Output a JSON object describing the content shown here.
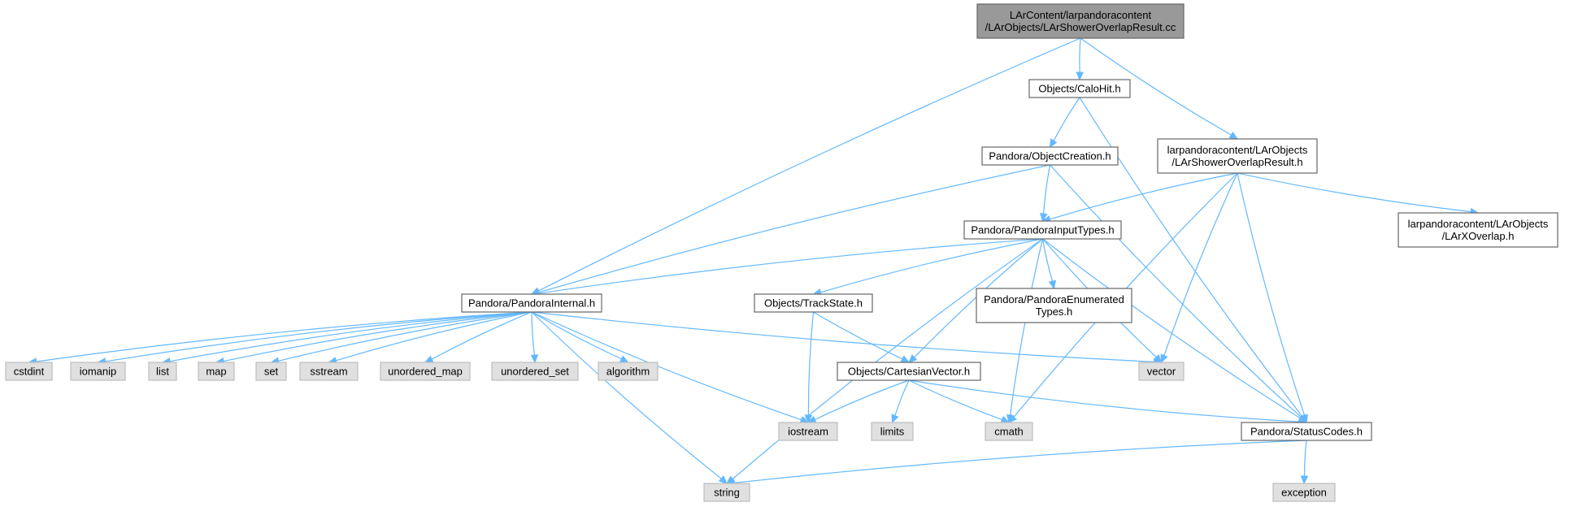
{
  "colors": {
    "edge": "#63b8ff",
    "root_fill": "#999999",
    "local_fill": "#ffffff",
    "system_fill": "#e0e0e0",
    "border": "#666666"
  },
  "nodes": {
    "root": {
      "lines": [
        "LArContent/larpandoracontent",
        "/LArObjects/LArShowerOverlapResult.cc"
      ],
      "kind": "root"
    },
    "calohit": {
      "lines": [
        "Objects/CaloHit.h"
      ],
      "kind": "local"
    },
    "objcreation": {
      "lines": [
        "Pandora/ObjectCreation.h"
      ],
      "kind": "local"
    },
    "overlapresult": {
      "lines": [
        "larpandoracontent/LArObjects",
        "/LArShowerOverlapResult.h"
      ],
      "kind": "local"
    },
    "inputtypes": {
      "lines": [
        "Pandora/PandoraInputTypes.h"
      ],
      "kind": "local"
    },
    "xoverlap": {
      "lines": [
        "larpandoracontent/LArObjects",
        "/LArXOverlap.h"
      ],
      "kind": "local"
    },
    "internal": {
      "lines": [
        "Pandora/PandoraInternal.h"
      ],
      "kind": "local"
    },
    "trackstate": {
      "lines": [
        "Objects/TrackState.h"
      ],
      "kind": "local"
    },
    "enumerated": {
      "lines": [
        "Pandora/PandoraEnumerated",
        "Types.h"
      ],
      "kind": "local"
    },
    "cartesian": {
      "lines": [
        "Objects/CartesianVector.h"
      ],
      "kind": "local"
    },
    "statuscodes": {
      "lines": [
        "Pandora/StatusCodes.h"
      ],
      "kind": "local"
    },
    "cstdint": {
      "lines": [
        "cstdint"
      ],
      "kind": "sys"
    },
    "iomanip": {
      "lines": [
        "iomanip"
      ],
      "kind": "sys"
    },
    "list": {
      "lines": [
        "list"
      ],
      "kind": "sys"
    },
    "map": {
      "lines": [
        "map"
      ],
      "kind": "sys"
    },
    "set": {
      "lines": [
        "set"
      ],
      "kind": "sys"
    },
    "sstream": {
      "lines": [
        "sstream"
      ],
      "kind": "sys"
    },
    "unordered_map": {
      "lines": [
        "unordered_map"
      ],
      "kind": "sys"
    },
    "unordered_set": {
      "lines": [
        "unordered_set"
      ],
      "kind": "sys"
    },
    "algorithm": {
      "lines": [
        "algorithm"
      ],
      "kind": "sys"
    },
    "vector": {
      "lines": [
        "vector"
      ],
      "kind": "sys"
    },
    "iostream": {
      "lines": [
        "iostream"
      ],
      "kind": "sys"
    },
    "limits": {
      "lines": [
        "limits"
      ],
      "kind": "sys"
    },
    "cmath": {
      "lines": [
        "cmath"
      ],
      "kind": "sys"
    },
    "string": {
      "lines": [
        "string"
      ],
      "kind": "sys"
    },
    "exception": {
      "lines": [
        "exception"
      ],
      "kind": "sys"
    }
  },
  "edges": [
    [
      "root",
      "calohit"
    ],
    [
      "root",
      "overlapresult"
    ],
    [
      "root",
      "internal"
    ],
    [
      "calohit",
      "objcreation"
    ],
    [
      "calohit",
      "statuscodes"
    ],
    [
      "objcreation",
      "inputtypes"
    ],
    [
      "objcreation",
      "internal"
    ],
    [
      "objcreation",
      "statuscodes"
    ],
    [
      "overlapresult",
      "inputtypes"
    ],
    [
      "overlapresult",
      "xoverlap"
    ],
    [
      "overlapresult",
      "vector"
    ],
    [
      "overlapresult",
      "cmath"
    ],
    [
      "overlapresult",
      "statuscodes"
    ],
    [
      "inputtypes",
      "internal"
    ],
    [
      "inputtypes",
      "trackstate"
    ],
    [
      "inputtypes",
      "enumerated"
    ],
    [
      "inputtypes",
      "cartesian"
    ],
    [
      "inputtypes",
      "vector"
    ],
    [
      "inputtypes",
      "cmath"
    ],
    [
      "inputtypes",
      "statuscodes"
    ],
    [
      "inputtypes",
      "string"
    ],
    [
      "internal",
      "cstdint"
    ],
    [
      "internal",
      "iomanip"
    ],
    [
      "internal",
      "list"
    ],
    [
      "internal",
      "map"
    ],
    [
      "internal",
      "set"
    ],
    [
      "internal",
      "sstream"
    ],
    [
      "internal",
      "unordered_map"
    ],
    [
      "internal",
      "unordered_set"
    ],
    [
      "internal",
      "algorithm"
    ],
    [
      "internal",
      "iostream"
    ],
    [
      "internal",
      "string"
    ],
    [
      "internal",
      "vector"
    ],
    [
      "trackstate",
      "cartesian"
    ],
    [
      "trackstate",
      "iostream"
    ],
    [
      "cartesian",
      "iostream"
    ],
    [
      "cartesian",
      "limits"
    ],
    [
      "cartesian",
      "cmath"
    ],
    [
      "cartesian",
      "statuscodes"
    ],
    [
      "statuscodes",
      "string"
    ],
    [
      "statuscodes",
      "exception"
    ]
  ]
}
